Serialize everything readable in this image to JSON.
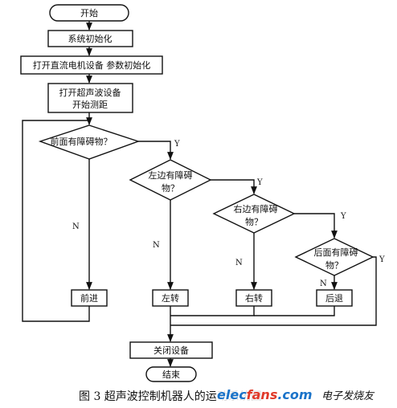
{
  "nodes": {
    "start": "开始",
    "init": "系统初始化",
    "motor_init": "打开直流电机设备 参数初始化",
    "ultra_line1": "打开超声波设备",
    "ultra_line2": "开始测距",
    "front_q": "前面有障碍物？",
    "left_q_line1": "左边有障碍",
    "left_q_line2": "物？",
    "right_q_line1": "右边有障碍",
    "right_q_line2": "物？",
    "back_q_line1": "后面有障碍",
    "back_q_line2": "物？",
    "forward": "前进",
    "turn_left": "左转",
    "turn_right": "右转",
    "reverse": "后退",
    "close": "关闭设备",
    "end": "结束"
  },
  "edge_labels": {
    "yes": "Y",
    "no": "N"
  },
  "caption": "图 3  超声波控制机器人的运动系统图",
  "watermark": {
    "site": "elecfans.com",
    "name": "电子发烧友",
    "colors": {
      "elec": "#1a73c9",
      "fans": "#e03a2a",
      "dotcom": "#1a73c9"
    }
  }
}
